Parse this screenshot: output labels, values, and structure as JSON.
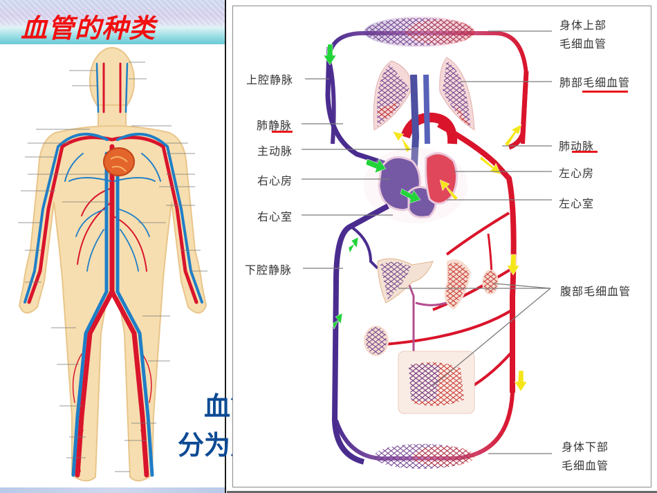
{
  "slide": {
    "title": "血管的种类",
    "question": {
      "line1": "血管可以",
      "line2": "分为几类？"
    }
  },
  "colors": {
    "title": "#f10f10",
    "question": "#0d4a94",
    "artery": "#d9142b",
    "vein": "#4a2c8f",
    "arrow_vein": "#22d43a",
    "arrow_artery": "#f5e61a",
    "highlight_underline": "#e8161a",
    "label_text": "#333333"
  },
  "left_figure": {
    "name": "human-circulatory-system-illustration",
    "labels_visible": "small unreadable annotation labels"
  },
  "diagram": {
    "name": "blood-circulation-diagram",
    "left_labels": [
      {
        "text": "上腔静脉",
        "underlined": false
      },
      {
        "text": "肺静脉",
        "underlined": true
      },
      {
        "text": "主动脉",
        "underlined": false
      },
      {
        "text": "右心房",
        "underlined": false
      },
      {
        "text": "右心室",
        "underlined": false
      },
      {
        "text": "下腔静脉",
        "underlined": false
      }
    ],
    "right_labels": [
      {
        "text": "身体上部",
        "text2": "毛细血管",
        "underlined": false
      },
      {
        "text": "肺部毛细血管",
        "underlined": true,
        "underline_part": "毛细血管"
      },
      {
        "text": "肺动脉",
        "underlined": true
      },
      {
        "text": "左心房",
        "underlined": false
      },
      {
        "text": "左心室",
        "underlined": false
      },
      {
        "text": "腹部毛细血管",
        "underlined": false
      },
      {
        "text": "身体下部",
        "text2": "毛细血管",
        "underlined": false
      }
    ],
    "arrows": {
      "green": [
        "upper-left-vena-cava",
        "into-right-atrium",
        "right-atrium-to-ventricle",
        "inferior-vena-cava-upper",
        "inferior-vena-cava-lower"
      ],
      "yellow": [
        "pulmonary-vein-into-left-atrium",
        "left-ventricle-inlet",
        "aorta-upward",
        "aorta-downward-1",
        "aorta-downward-2",
        "aorta-downward-3"
      ]
    }
  }
}
